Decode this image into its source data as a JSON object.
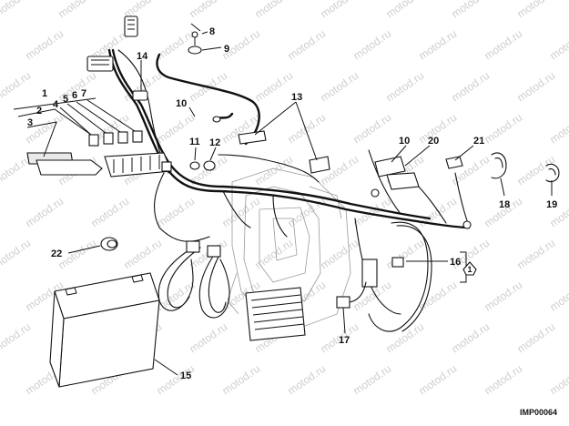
{
  "watermark": {
    "text": "motod.ru"
  },
  "callouts": {
    "c1": "1",
    "c2": "2",
    "c3": "3",
    "c4": "4",
    "c5": "5",
    "c6": "6",
    "c7": "7",
    "c8": "8",
    "c9": "9",
    "c10a": "10",
    "c10b": "10",
    "c11": "11",
    "c12": "12",
    "c13": "13",
    "c14": "14",
    "c15": "15",
    "c16": "16",
    "c17": "17",
    "c18": "18",
    "c19": "19",
    "c20": "20",
    "c21": "21",
    "c22": "22"
  },
  "symbol": {
    "arrow_number": "1"
  },
  "image_code": "IMP00064",
  "colors": {
    "ink": "#111111",
    "watermark": "#cfcfcf",
    "background": "#ffffff"
  }
}
